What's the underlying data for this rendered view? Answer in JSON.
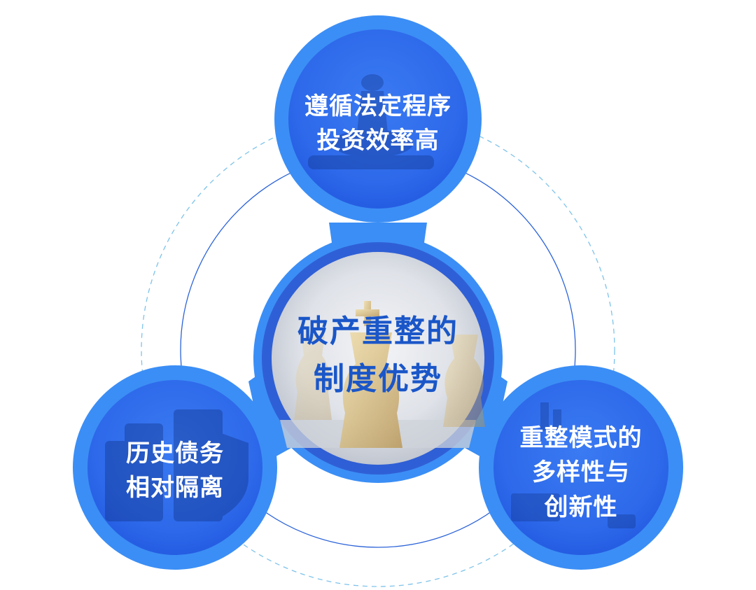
{
  "center": {
    "line1": "破产重整的",
    "line2": "制度优势"
  },
  "nodes": {
    "top": {
      "line1": "遵循法定程序",
      "line2": "投资效率高"
    },
    "left": {
      "line1": "历史债务",
      "line2": "相对隔离"
    },
    "right": {
      "line1": "重整模式的",
      "line2": "多样性与",
      "line3": "创新性"
    }
  },
  "icons": {
    "top": "chess-pawn-icon",
    "left": "coin-stack-shield-icon",
    "right": "chart-tablet-icon",
    "center": "chess-king-icon"
  },
  "colors": {
    "node_blue": "#3b8ef5",
    "node_deep": "#2566e8",
    "center_ring": "#2f5fd6",
    "center_text": "#1a56c8",
    "orbit_solid": "#2a62d8",
    "orbit_dashed": "#7ec3ea"
  }
}
